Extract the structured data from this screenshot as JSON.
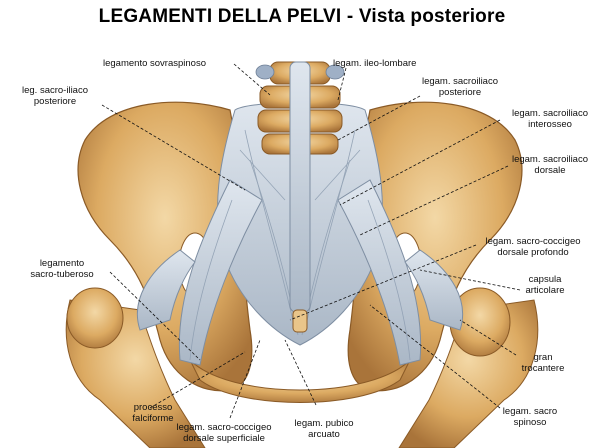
{
  "title": "LEGAMENTI DELLA PELVI - Vista posteriore",
  "labels": {
    "sovraspinoso": "legamento sovraspinoso",
    "ileo_lombare": "legam. ileo-lombare",
    "sacro_iliaco_post_l1": "leg. sacro-iliaco",
    "sacro_iliaco_post_l2": "posteriore",
    "sacroiliaco_post_r_l1": "legam. sacroiliaco",
    "sacroiliaco_post_r_l2": "posteriore",
    "interosseo_l1": "legam. sacroiliaco",
    "interosseo_l2": "interosseo",
    "dorsale_l1": "legam. sacroiliaco",
    "dorsale_l2": "dorsale",
    "sacro_coccigeo_prof_l1": "legam. sacro-coccigeo",
    "sacro_coccigeo_prof_l2": "dorsale profondo",
    "sacro_tuberoso_l1": "legamento",
    "sacro_tuberoso_l2": "sacro-tuberoso",
    "capsula_l1": "capsula",
    "capsula_l2": "articolare",
    "gran_trocantere_l1": "gran",
    "gran_trocantere_l2": "trocantere",
    "falciforme_l1": "processo",
    "falciforme_l2": "falciforme",
    "sacro_coccigeo_sup_l1": "legam. sacro-coccigeo",
    "sacro_coccigeo_sup_l2": "dorsale superficiale",
    "pubico_l1": "legam. pubico",
    "pubico_l2": "arcuato",
    "sacro_spinoso_l1": "legam. sacro",
    "sacro_spinoso_l2": "spinoso"
  },
  "colors": {
    "bone": "#d9a15a",
    "bone_light": "#f0cf95",
    "ligament": "#c6d0dc",
    "ligament_dark": "#8f9fb2"
  }
}
